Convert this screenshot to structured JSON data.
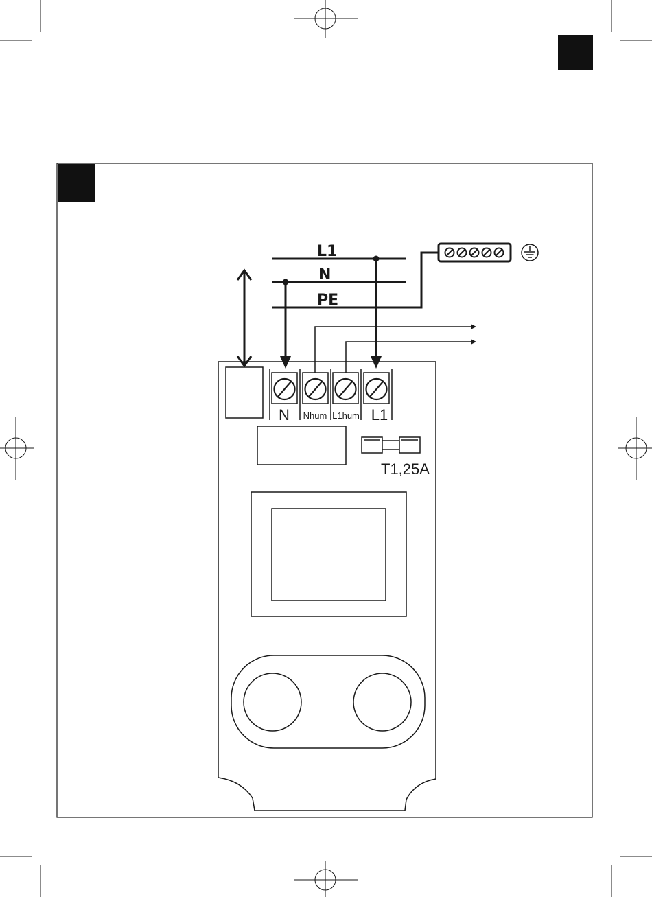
{
  "mains_lines": [
    {
      "id": "l1",
      "label": "L1"
    },
    {
      "id": "n",
      "label": "N"
    },
    {
      "id": "pe",
      "label": "PE"
    }
  ],
  "terminals": [
    {
      "id": "n",
      "label": "N"
    },
    {
      "id": "nhum",
      "label": "Nhum"
    },
    {
      "id": "l1hum",
      "label": "L1hum"
    },
    {
      "id": "l1",
      "label": "L1"
    }
  ],
  "fuse": {
    "label": "T1,25A"
  },
  "ground_terminal_block": {
    "screw_count": 5,
    "symbol": "ground-icon"
  },
  "colors": {
    "ink": "#1a1a1a",
    "black_square": "#111111"
  }
}
